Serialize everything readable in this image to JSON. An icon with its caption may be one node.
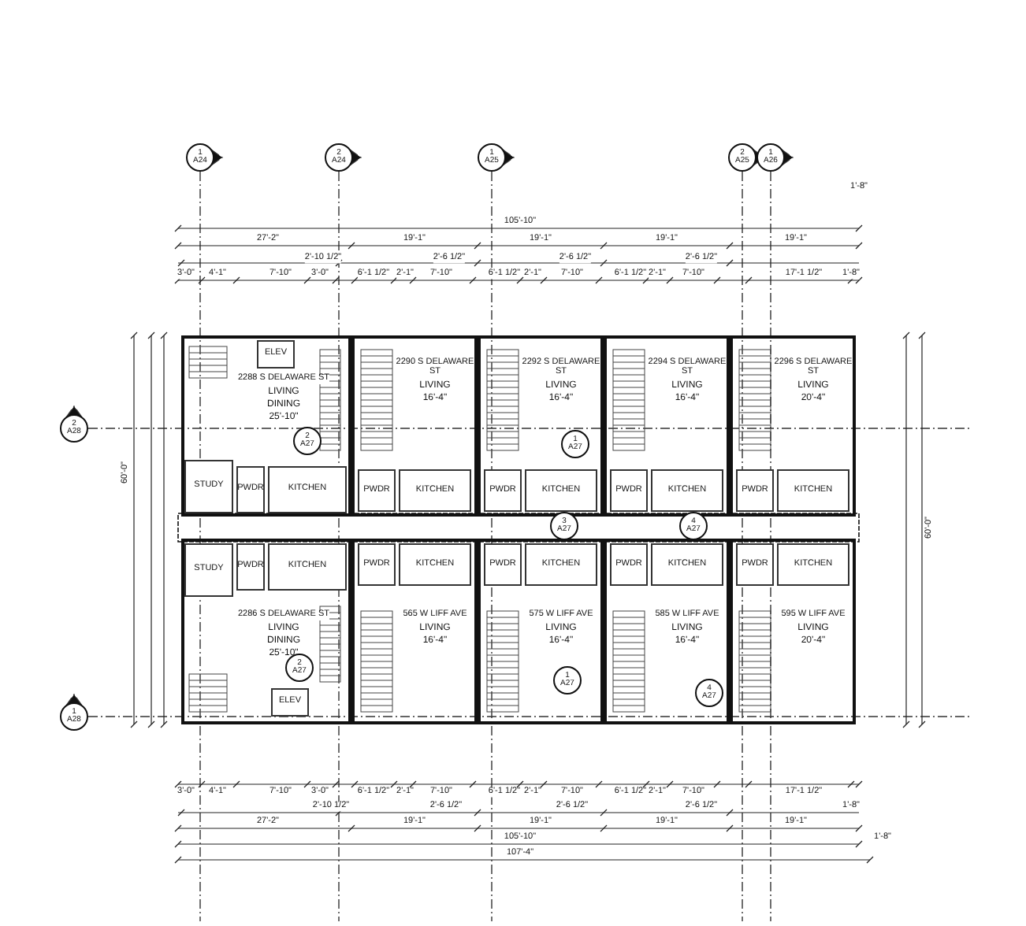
{
  "diagram": {
    "nodes": [
      {
        "text": [
          "2288 S DELAWARE ST",
          "LIVING",
          "DINING",
          "25'-10\""
        ]
      },
      {
        "text": [
          "KITCHEN"
        ],
        "in": 0
      },
      {
        "text": [
          "PWDR"
        ],
        "in": 0
      },
      {
        "text": [
          "STUDY"
        ],
        "in": 0
      },
      {
        "text": [
          "ELEV"
        ],
        "in": 0
      },
      {
        "text": [
          "2",
          "A27"
        ],
        "in": 0
      },
      {
        "text": [
          "2290 S DELAWARE ST",
          "LIVING",
          "16'-4\""
        ]
      },
      {
        "text": [
          "KITCHEN"
        ],
        "in": 6
      },
      {
        "text": [
          "PWDR"
        ],
        "in": 6
      },
      {
        "text": [
          "2292 S DELAWARE ST",
          "LIVING",
          "16'-4\""
        ]
      },
      {
        "text": [
          "KITCHEN"
        ],
        "in": 9
      },
      {
        "text": [
          "PWDR"
        ],
        "in": 9
      },
      {
        "text": [
          "1",
          "A27"
        ],
        "in": 9
      },
      {
        "text": [
          "2294 S DELAWARE ST",
          "LIVING",
          "16'-4\""
        ]
      },
      {
        "text": [
          "KITCHEN"
        ],
        "in": 13
      },
      {
        "text": [
          "PWDR"
        ],
        "in": 13
      },
      {
        "text": [
          "2296 S DELAWARE ST",
          "LIVING",
          "20'-4\""
        ]
      },
      {
        "text": [
          "KITCHEN"
        ],
        "in": 16
      },
      {
        "text": [
          "PWDR"
        ],
        "in": 16
      },
      {
        "text": [
          "2286 S DELAWARE ST",
          "LIVING",
          "DINING",
          "25'-10\""
        ]
      },
      {
        "text": [
          "KITCHEN"
        ],
        "in": 19
      },
      {
        "text": [
          "PWDR"
        ],
        "in": 19
      },
      {
        "text": [
          "STUDY"
        ],
        "in": 19
      },
      {
        "text": [
          "ELEV"
        ],
        "in": 19
      },
      {
        "text": [
          "2",
          "A27"
        ],
        "in": 19
      },
      {
        "text": [
          "565 W LIFF AVE",
          "LIVING",
          "16'-4\""
        ]
      },
      {
        "text": [
          "KITCHEN"
        ],
        "in": 25
      },
      {
        "text": [
          "PWDR"
        ],
        "in": 25
      },
      {
        "text": [
          "575 W LIFF AVE",
          "LIVING",
          "16'-4\""
        ]
      },
      {
        "text": [
          "KITCHEN"
        ],
        "in": 28
      },
      {
        "text": [
          "PWDR"
        ],
        "in": 28
      },
      {
        "text": [
          "1",
          "A27"
        ],
        "in": 28
      },
      {
        "text": [
          "585 W LIFF AVE",
          "LIVING",
          "16'-4\""
        ]
      },
      {
        "text": [
          "KITCHEN"
        ],
        "in": 32
      },
      {
        "text": [
          "PWDR"
        ],
        "in": 32
      },
      {
        "text": [
          "4",
          "A27"
        ],
        "in": 32
      },
      {
        "text": [
          "595 W LIFF AVE",
          "LIVING",
          "20'-4\""
        ]
      },
      {
        "text": [
          "KITCHEN"
        ],
        "in": 36
      },
      {
        "text": [
          "PWDR"
        ],
        "in": 36
      },
      {
        "text": [
          "1",
          "A24"
        ]
      },
      {
        "text": [
          "2",
          "A24"
        ]
      },
      {
        "text": [
          "1",
          "A25"
        ]
      },
      {
        "text": [
          "2",
          "A25"
        ]
      },
      {
        "text": [
          "1",
          "A26"
        ]
      },
      {
        "text": [
          "2",
          "A28"
        ]
      },
      {
        "text": [
          "1",
          "A28"
        ]
      },
      {
        "text": [
          "3",
          "A27"
        ]
      },
      {
        "text": [
          "4",
          "A27"
        ]
      }
    ],
    "labels": [
      "105'-10\"",
      "1'-8\"",
      "27'-2\"",
      "19'-1\"",
      "19'-1\"",
      "19'-1\"",
      "19'-1\"",
      "2'-10 1/2\"",
      "2'-6 1/2\"",
      "2'-6 1/2\"",
      "2'-6 1/2\"",
      "3'-0\"",
      "4'-1\"",
      "7'-10\"",
      "3'-0\"",
      "6'-1 1/2\"",
      "2'-1\"",
      "7'-10\"",
      "6'-1 1/2\"",
      "2'-1\"",
      "7'-10\"",
      "6'-1 1/2\"",
      "2'-1\"",
      "7'-10\"",
      "17'-1 1/2\"",
      "1'-8\"",
      "3'-0\"",
      "4'-1\"",
      "7'-10\"",
      "3'-0\"",
      "6'-1 1/2\"",
      "2'-1\"",
      "7'-10\"",
      "6'-1 1/2\"",
      "2'-1\"",
      "7'-10\"",
      "6'-1 1/2\"",
      "2'-1\"",
      "7'-10\"",
      "17'-1 1/2\"",
      "2'-10 1/2\"",
      "2'-6 1/2\"",
      "2'-6 1/2\"",
      "2'-6 1/2\"",
      "1'-8\"",
      "27'-2\"",
      "19'-1\"",
      "19'-1\"",
      "19'-1\"",
      "19'-1\"",
      "105'-10\"",
      "107'-4\"",
      "1'-8\"",
      "60'-0\"",
      "60'-0\""
    ]
  }
}
